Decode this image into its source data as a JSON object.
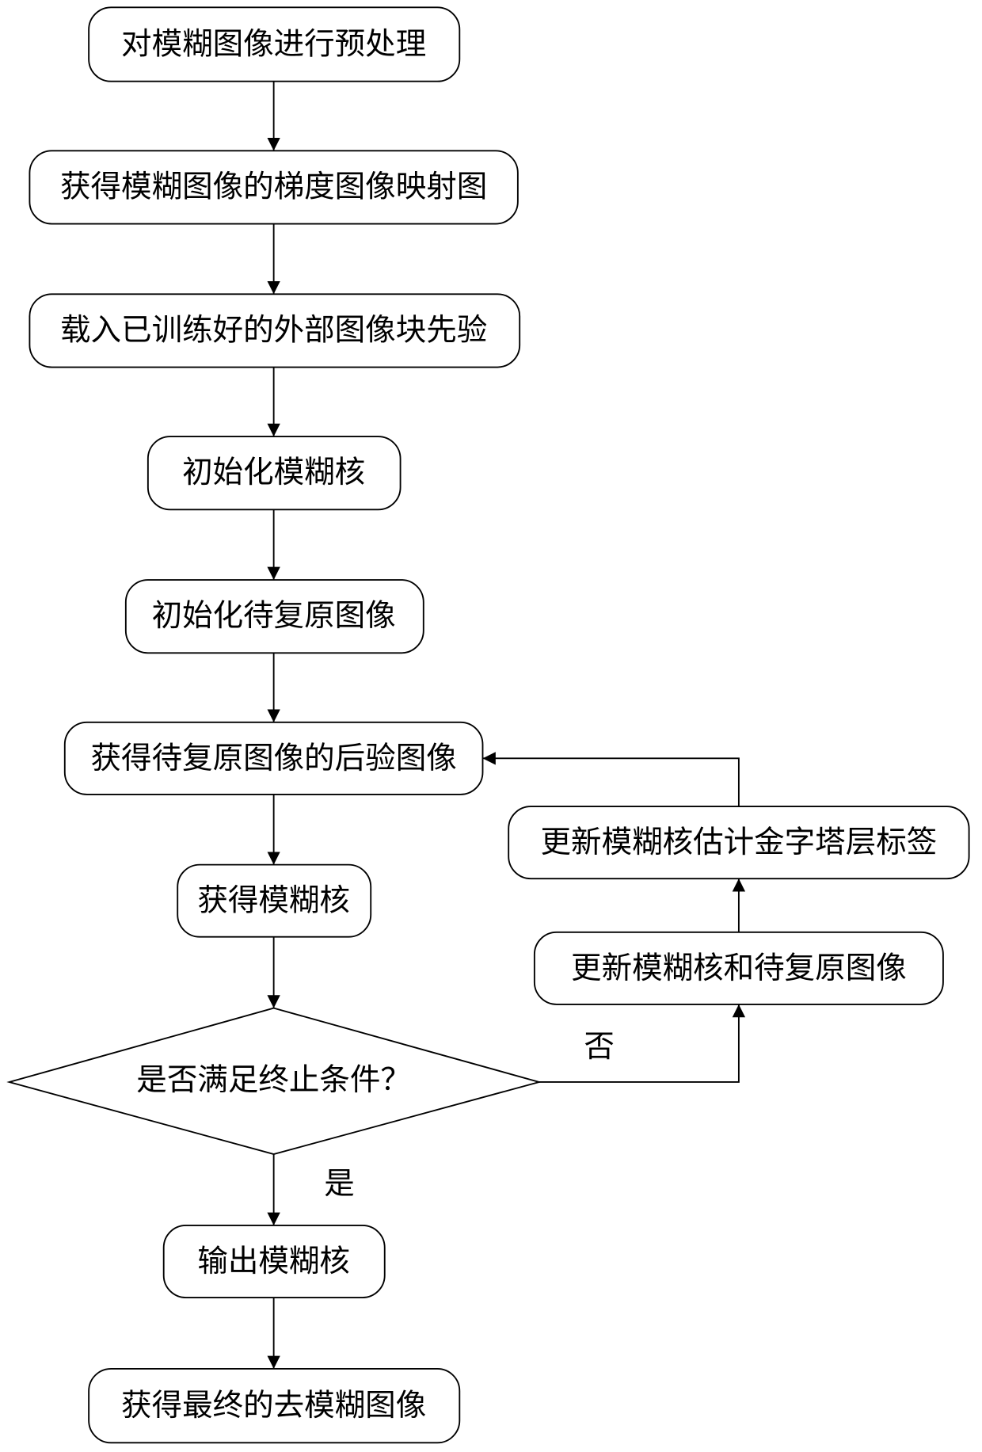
{
  "diagram": {
    "nodes": {
      "preprocess": "对模糊图像进行预处理",
      "gradient_map": "获得模糊图像的梯度图像映射图",
      "load_prior": "载入已训练好的外部图像块先验",
      "init_kernel": "初始化模糊核",
      "init_image": "初始化待复原图像",
      "posterior": "获得待复原图像的后验图像",
      "get_kernel": "获得模糊核",
      "decision": "是否满足终止条件？",
      "output_kernel": "输出模糊核",
      "final_image": "获得最终的去模糊图像",
      "update_label": "更新模糊核估计金字塔层标签",
      "update_both": "更新模糊核和待复原图像"
    },
    "edge_labels": {
      "no": "否",
      "yes": "是"
    }
  }
}
